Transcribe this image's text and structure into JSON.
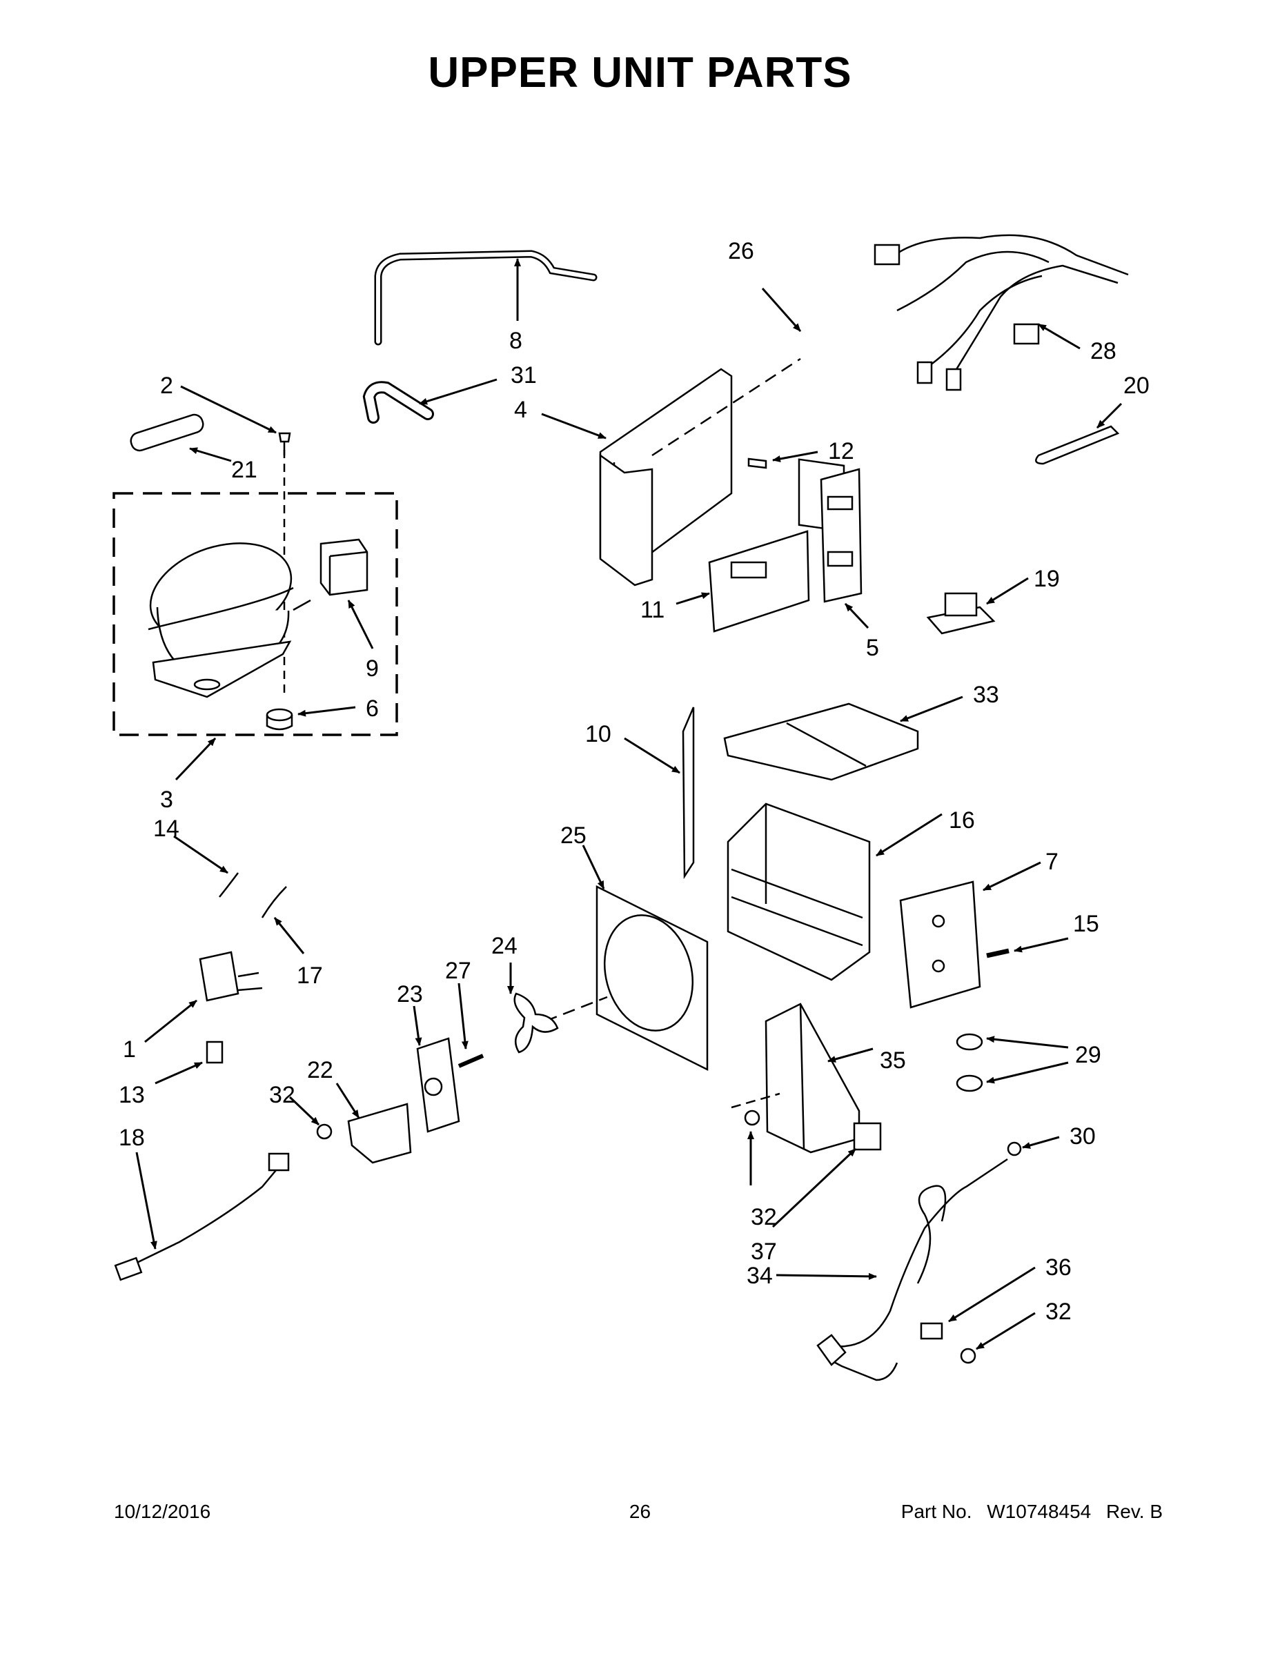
{
  "title": "UPPER UNIT PARTS",
  "callouts": [
    "1",
    "2",
    "3",
    "4",
    "5",
    "6",
    "7",
    "8",
    "9",
    "10",
    "11",
    "12",
    "13",
    "14",
    "15",
    "16",
    "17",
    "18",
    "19",
    "20",
    "21",
    "22",
    "23",
    "24",
    "25",
    "26",
    "27",
    "28",
    "29",
    "29",
    "30",
    "31",
    "32",
    "32",
    "32",
    "32",
    "33",
    "34",
    "35",
    "36",
    "37"
  ],
  "footer": {
    "date": "10/12/2016",
    "page_number": "26",
    "part_label": "Part No.",
    "part_number": "W10748454",
    "revision": "Rev. B"
  }
}
